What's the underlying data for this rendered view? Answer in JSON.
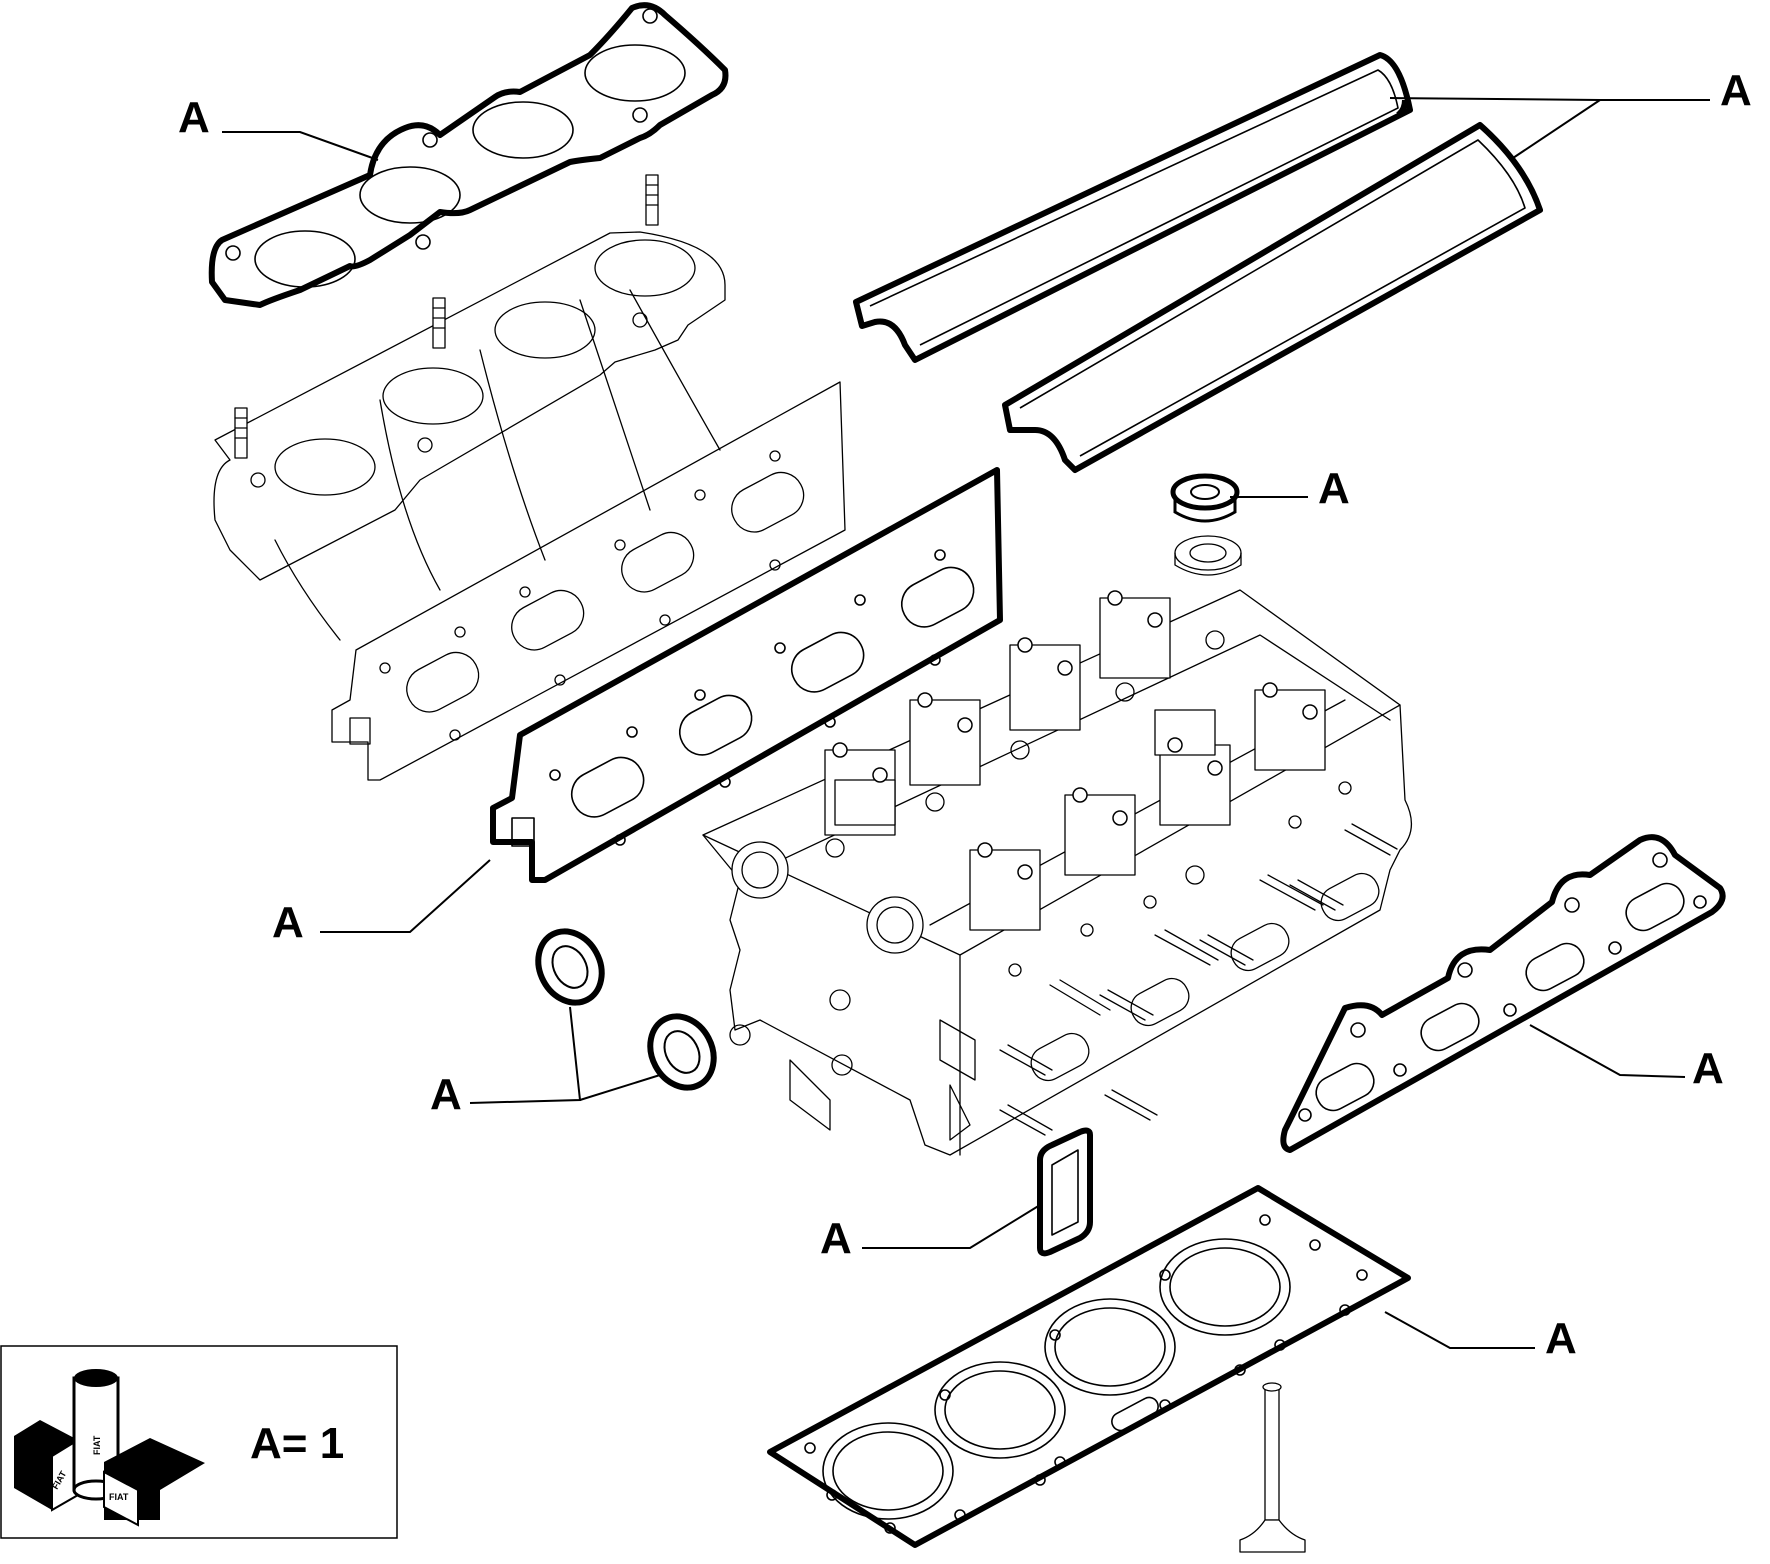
{
  "diagram": {
    "callout_label": "A",
    "callouts": [
      {
        "id": "intake-manifold-gasket",
        "label": "A"
      },
      {
        "id": "valve-cover-gaskets",
        "label": "A"
      },
      {
        "id": "spark-plug-well-seal",
        "label": "A"
      },
      {
        "id": "exhaust-manifold-gasket",
        "label": "A"
      },
      {
        "id": "camshaft-oil-seals",
        "label": "A"
      },
      {
        "id": "side-manifold-gasket",
        "label": "A"
      },
      {
        "id": "rectangular-seal",
        "label": "A"
      },
      {
        "id": "cylinder-head-gasket",
        "label": "A"
      }
    ]
  },
  "legend": {
    "text": "A= 1",
    "logo_icon": "fiat-parts-kit-icon",
    "logo_marks": [
      "FIAT",
      "FIAT",
      "FIAT"
    ]
  }
}
